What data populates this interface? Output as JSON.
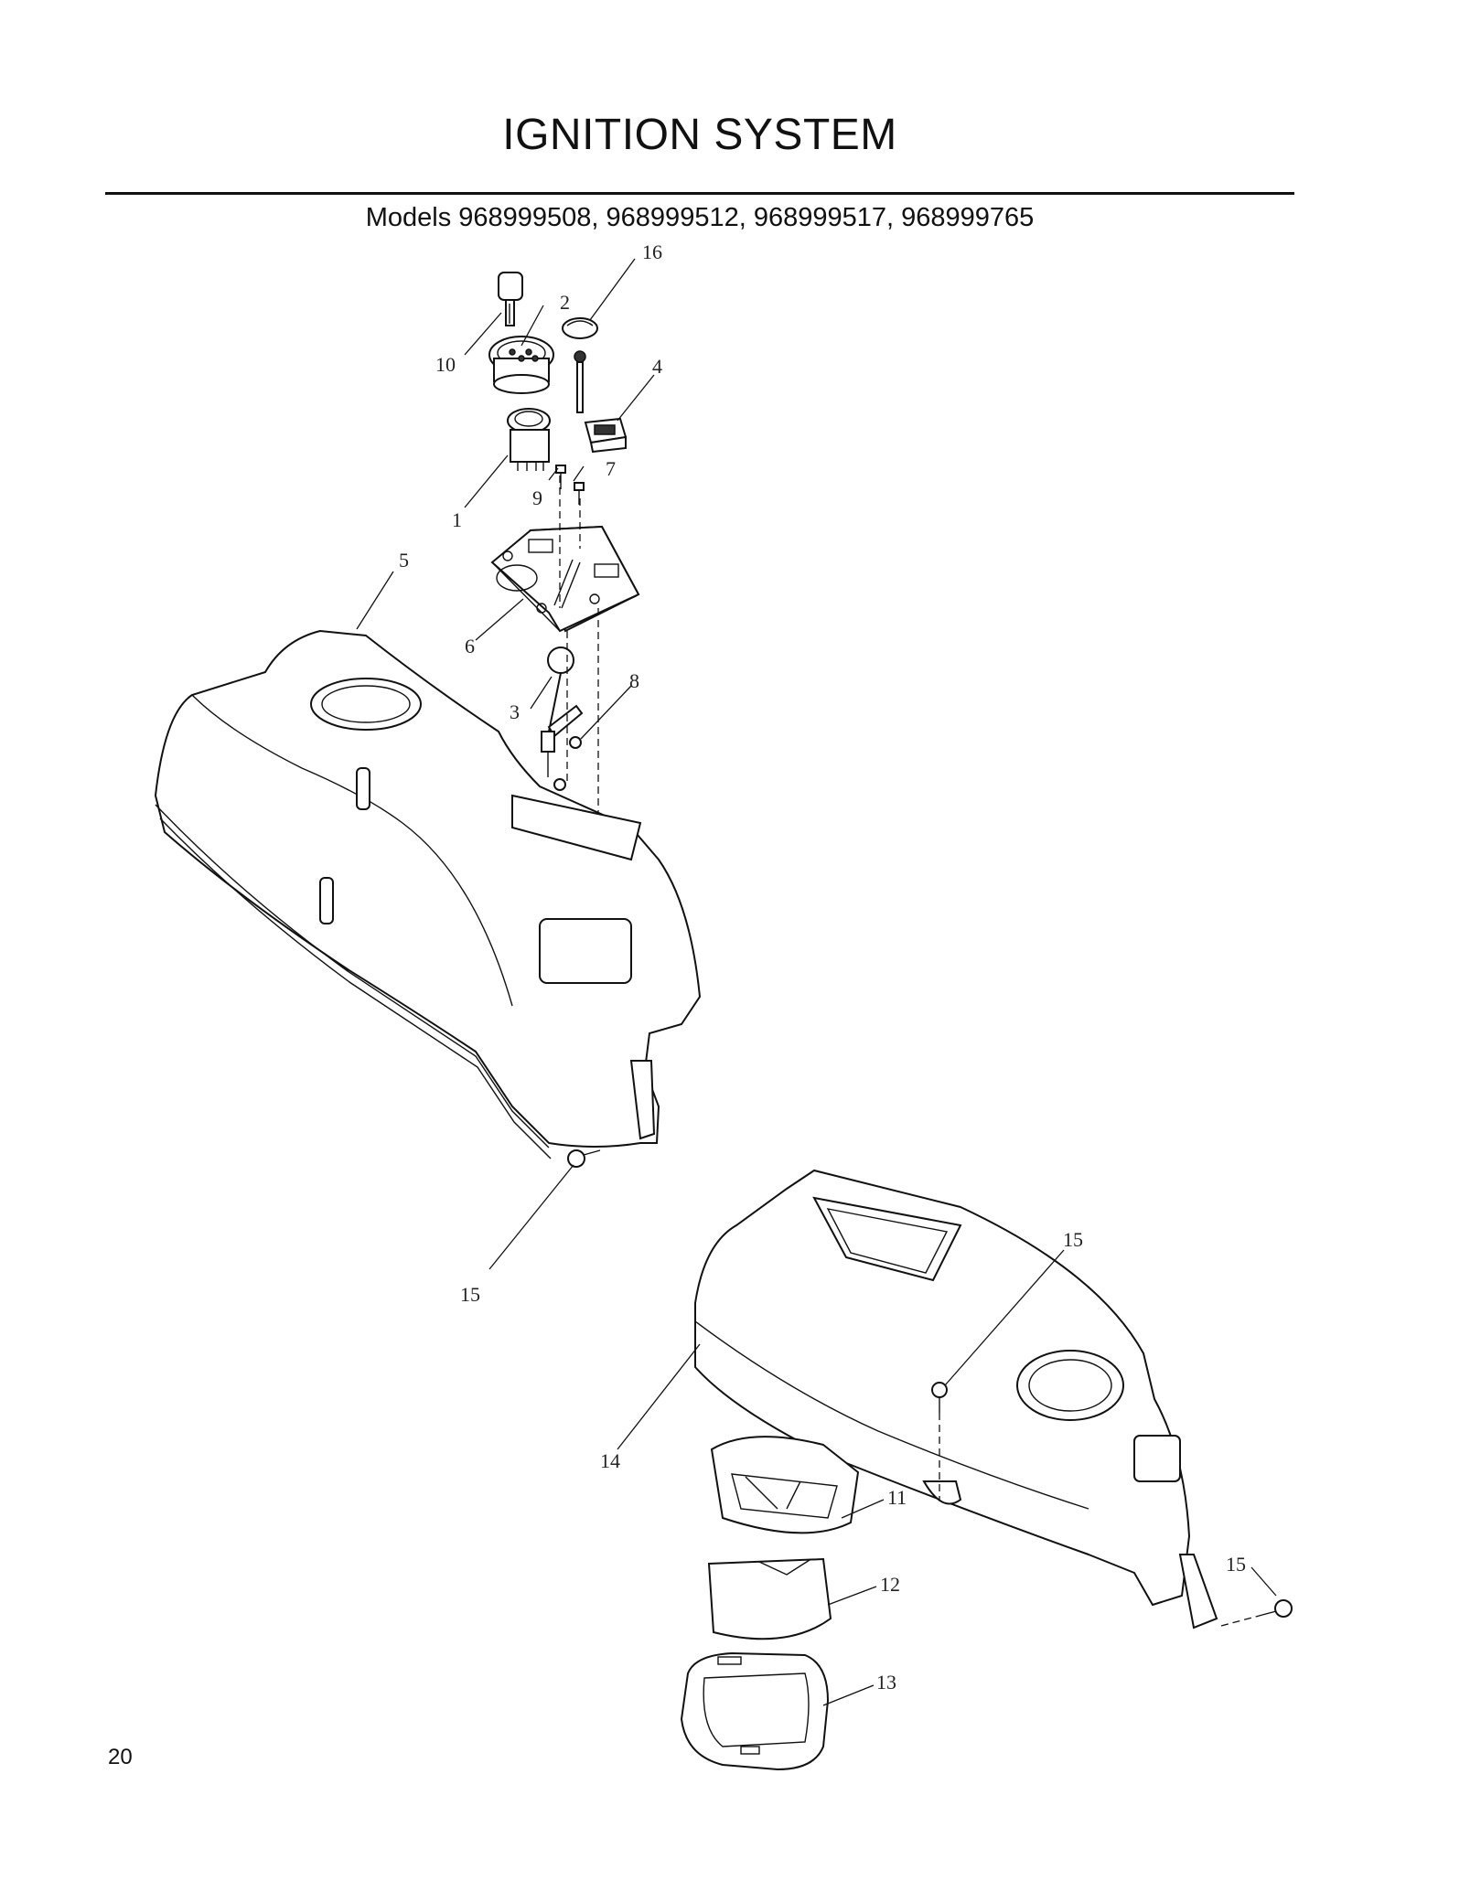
{
  "page": {
    "title": "IGNITION SYSTEM",
    "models_line": "Models 968999508, 968999512, 968999517, 968999765",
    "page_number": "20"
  },
  "callouts": [
    "1",
    "2",
    "3",
    "4",
    "5",
    "6",
    "7",
    "8",
    "9",
    "10",
    "11",
    "12",
    "13",
    "14",
    "15",
    "16"
  ]
}
